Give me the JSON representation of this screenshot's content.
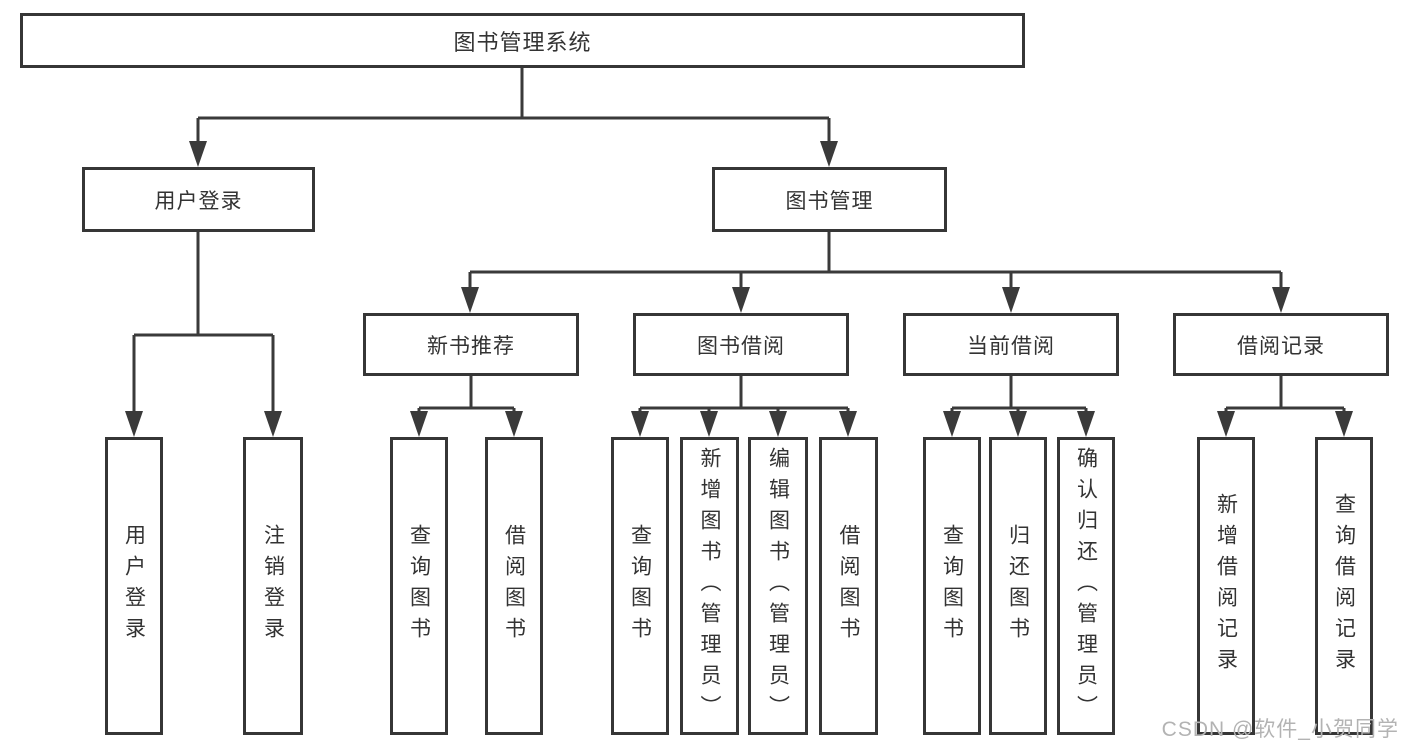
{
  "diagram": {
    "type": "hierarchy",
    "root": {
      "label": "图书管理系统"
    },
    "branches": [
      {
        "label": "用户登录",
        "children": [
          {
            "label": "用户登录"
          },
          {
            "label": "注销登录"
          }
        ]
      },
      {
        "label": "图书管理",
        "children": [
          {
            "label": "新书推荐",
            "children": [
              {
                "label": "查询图书"
              },
              {
                "label": "借阅图书"
              }
            ]
          },
          {
            "label": "图书借阅",
            "children": [
              {
                "label": "查询图书"
              },
              {
                "label": "新增图书（管理员）"
              },
              {
                "label": "编辑图书（管理员）"
              },
              {
                "label": "借阅图书"
              }
            ]
          },
          {
            "label": "当前借阅",
            "children": [
              {
                "label": "查询图书"
              },
              {
                "label": "归还图书"
              },
              {
                "label": "确认归还（管理员）"
              }
            ]
          },
          {
            "label": "借阅记录",
            "children": [
              {
                "label": "新增借阅记录"
              },
              {
                "label": "查询借阅记录"
              }
            ]
          }
        ]
      }
    ]
  },
  "watermark": {
    "text": "CSDN @软件_小贺同学"
  },
  "colors": {
    "line": "#3a3a3a",
    "box_border": "#363636",
    "box_background": "#ffffff",
    "text": "#333333",
    "watermark": "#b3b3b3"
  }
}
